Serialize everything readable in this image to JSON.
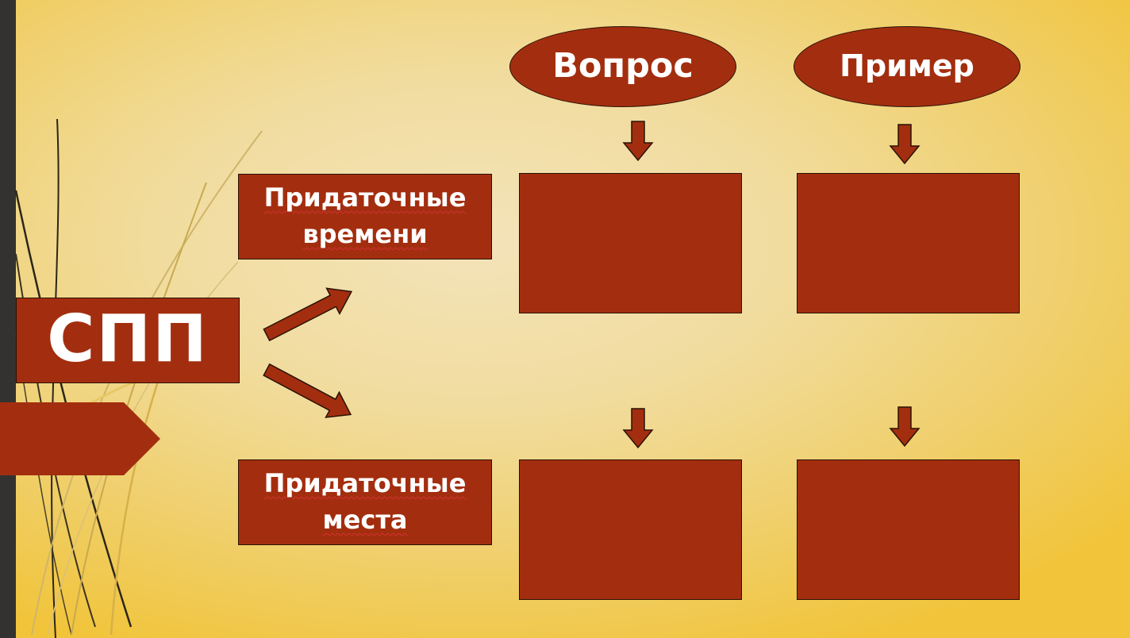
{
  "diagram": {
    "root_label": "СПП",
    "branches": [
      {
        "label_line1": "Придаточные",
        "label_line2": "времени"
      },
      {
        "label_line1": "Придаточные",
        "label_line2": "места"
      }
    ],
    "columns": [
      {
        "header": "Вопрос"
      },
      {
        "header": "Пример"
      }
    ]
  },
  "colors": {
    "box_fill": "#a32e0f",
    "text": "#ffffff",
    "background_center": "#f3e3b9",
    "background_edge": "#f1c43a",
    "side_bar": "#333231"
  }
}
